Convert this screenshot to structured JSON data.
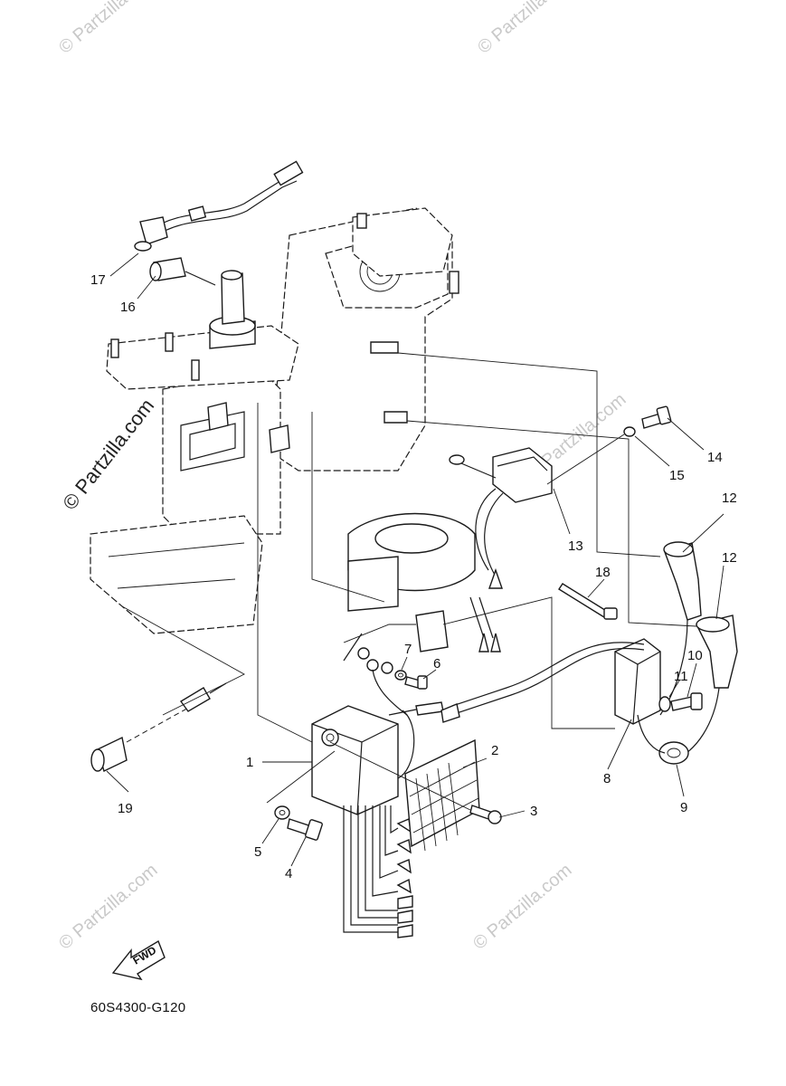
{
  "diagram_code": "60S4300-G120",
  "fwd_label": "FWD",
  "watermarks": {
    "small": "© Partzilla.com",
    "large": "© Partzilla.com"
  },
  "callouts": [
    "1",
    "2",
    "3",
    "4",
    "5",
    "6",
    "7",
    "8",
    "9",
    "10",
    "11",
    "12",
    "12",
    "13",
    "14",
    "15",
    "16",
    "17",
    "18",
    "19"
  ]
}
